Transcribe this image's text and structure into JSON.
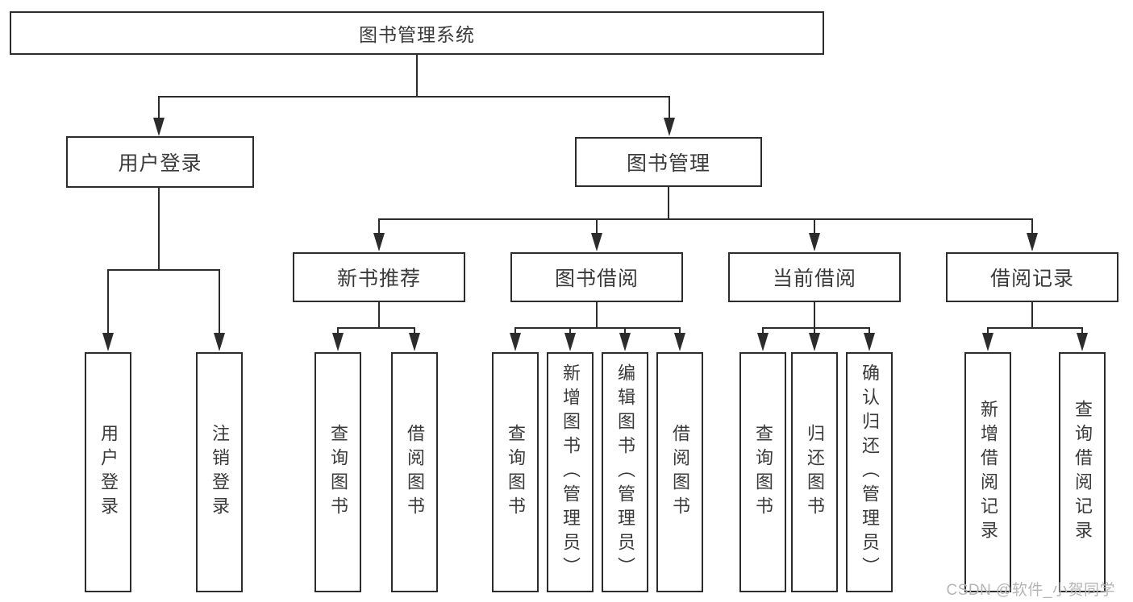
{
  "diagram": {
    "root": {
      "label": "图书管理系统"
    },
    "branches": [
      {
        "label": "用户登录",
        "children": [
          {
            "label": "用户登录"
          },
          {
            "label": "注销登录"
          }
        ]
      },
      {
        "label": "图书管理",
        "children": [
          {
            "label": "新书推荐",
            "children": [
              {
                "label": "查询图书"
              },
              {
                "label": "借阅图书"
              }
            ]
          },
          {
            "label": "图书借阅",
            "children": [
              {
                "label": "查询图书"
              },
              {
                "label": "新增图书（管理员）"
              },
              {
                "label": "编辑图书（管理员）"
              },
              {
                "label": "借阅图书"
              }
            ]
          },
          {
            "label": "当前借阅",
            "children": [
              {
                "label": "查询图书"
              },
              {
                "label": "归还图书"
              },
              {
                "label": "确认归还（管理员）"
              }
            ]
          },
          {
            "label": "借阅记录",
            "children": [
              {
                "label": "新增借阅记录"
              },
              {
                "label": "查询借阅记录"
              }
            ]
          }
        ]
      }
    ]
  },
  "watermark": {
    "text": "CSDN @软件_小贺同学"
  },
  "colors": {
    "line": "#2c2c2c",
    "box_border": "#2c2c2c",
    "text": "#3a3a3a",
    "watermark": "#b5b5b5",
    "background": "#ffffff"
  }
}
